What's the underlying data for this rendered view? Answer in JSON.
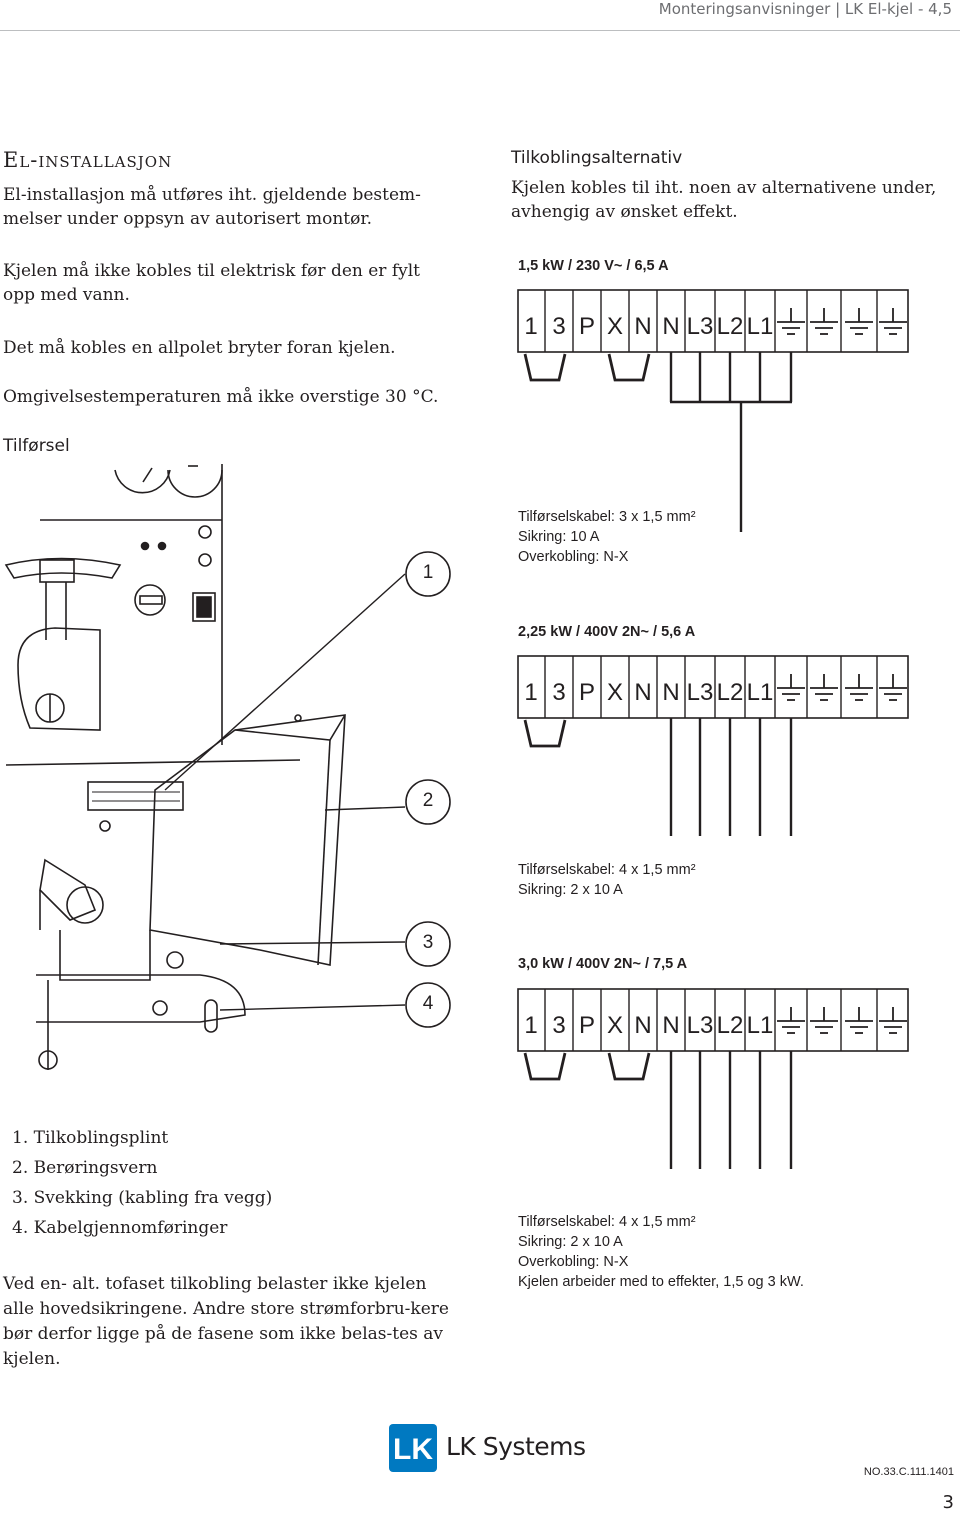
{
  "header": {
    "running_title": "Monteringsanvisninger | LK El-kjel - 4,5"
  },
  "left": {
    "section_title": "El-installasjon",
    "paragraphs": [
      "El-installasjon må utføres iht. gjeldende bestem-melser under oppsyn av autorisert montør.",
      "Kjelen må ikke kobles til elektrisk før den er fylt opp med vann.",
      "Det må kobles en allpolet bryter foran kjelen.",
      "Omgivelsestemperaturen må ikke overstige 30 °C."
    ],
    "supply_heading": "Tilførsel",
    "callouts": [
      "1",
      "2",
      "3",
      "4"
    ],
    "legend": [
      "1. Tilkoblingsplint",
      "2. Berøringsvern",
      "3. Svekking (kabling fra vegg)",
      "4. Kabelgjennomføringer"
    ],
    "note": "Ved en- alt. tofaset tilkobling belaster ikke kjelen alle hovedsikringene. Andre store strømforbru-kere bør derfor ligge på de fasene som ikke belas-tes av kjelen."
  },
  "right": {
    "heading": "Tilkoblingsalternativ",
    "intro": "Kjelen kobles til iht. noen av alternativene under, avhengig av ønsket effekt.",
    "terminal_labels": [
      "1",
      "3",
      "P",
      "X",
      "N",
      "N",
      "L3",
      "L2",
      "L1"
    ],
    "options": [
      {
        "title": "1,5 kW / 230 V~ / 6,5 A",
        "notes": [
          "Tilførselskabel: 3 x 1,5 mm²",
          "Sikring: 10 A",
          "Overkobling: N-X"
        ]
      },
      {
        "title": "2,25 kW / 400V 2N~ / 5,6 A",
        "notes": [
          "Tilførselskabel: 4 x 1,5 mm²",
          "Sikring: 2 x 10 A"
        ]
      },
      {
        "title": "3,0 kW / 400V 2N~ / 7,5 A",
        "notes": [
          "Tilførselskabel: 4 x 1,5 mm²",
          "Sikring: 2 x 10 A",
          "Overkobling: N-X",
          "Kjelen arbeider med to effekter, 1,5 og 3 kW."
        ]
      }
    ]
  },
  "footer": {
    "brand": "LK Systems",
    "logo_letters": "LK",
    "doc_number": "NO.33.C.111.1401",
    "page_number": "3"
  }
}
